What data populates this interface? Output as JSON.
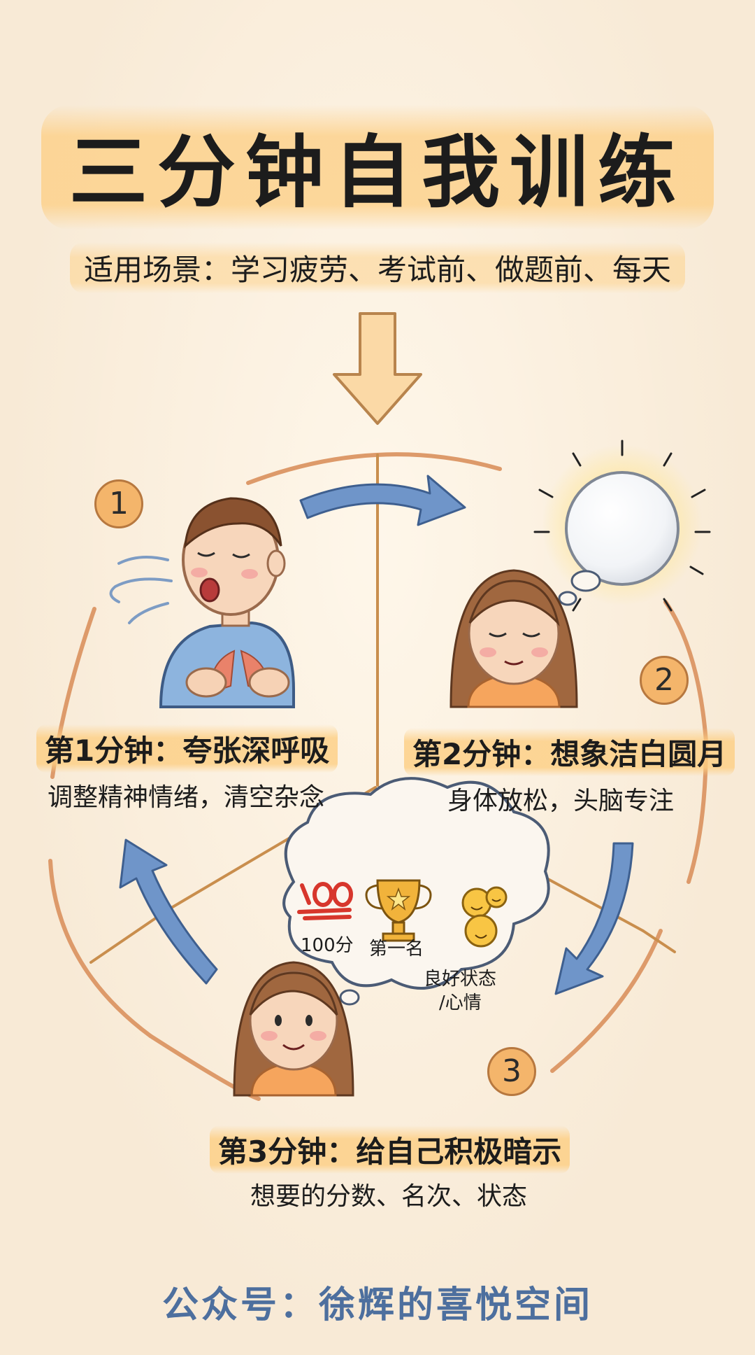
{
  "title": "三分钟自我训练",
  "subtitle": "适用场景：学习疲劳、考试前、做题前、每天",
  "steps": [
    {
      "number": "1",
      "heading": "第1分钟：夸张深呼吸",
      "description": "调整精神情绪，清空杂念"
    },
    {
      "number": "2",
      "heading": "第2分钟：想象洁白圆月",
      "description": "身体放松，头脑专注"
    },
    {
      "number": "3",
      "heading": "第3分钟：给自己积极暗示",
      "description": "想要的分数、名次、状态"
    }
  ],
  "thought_cloud": {
    "score_label": "100分",
    "rank_label": "第一名",
    "mood_label_line1": "良好状态",
    "mood_label_line2": "/心情"
  },
  "footer": "公众号：徐辉的喜悦空间",
  "colors": {
    "background": "#f8ead6",
    "highlight": "#fdce82",
    "arrow_blue": "#6f95c9",
    "circle_line": "#dd9a6a",
    "number_badge": "#f4b56b",
    "footer_text": "#4d6f9e"
  }
}
